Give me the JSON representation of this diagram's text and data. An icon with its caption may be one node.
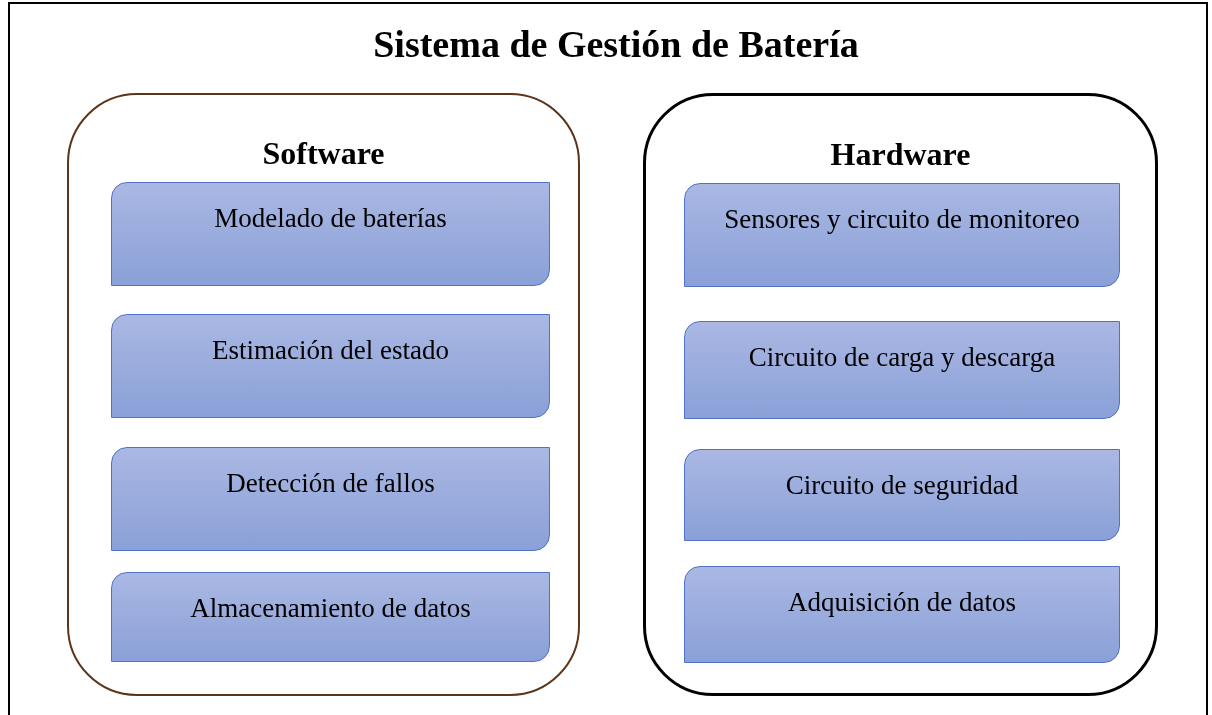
{
  "diagram": {
    "title": "Sistema de Gestión de Batería",
    "nodes": [
      {
        "text": [
          "Software"
        ]
      },
      {
        "text": [
          "Modelado de baterías"
        ],
        "in": 0
      },
      {
        "text": [
          "Estimación del estado"
        ],
        "in": 0
      },
      {
        "text": [
          "Detección de fallos"
        ],
        "in": 0
      },
      {
        "text": [
          "Almacenamiento de datos"
        ],
        "in": 0
      },
      {
        "text": [
          "Hardware"
        ]
      },
      {
        "text": [
          "Sensores y circuito de monitoreo"
        ],
        "in": 5
      },
      {
        "text": [
          "Circuito de carga y descarga"
        ],
        "in": 5
      },
      {
        "text": [
          "Circuito de seguridad"
        ],
        "in": 5
      },
      {
        "text": [
          "Adquisición de datos"
        ],
        "in": 5
      }
    ]
  }
}
